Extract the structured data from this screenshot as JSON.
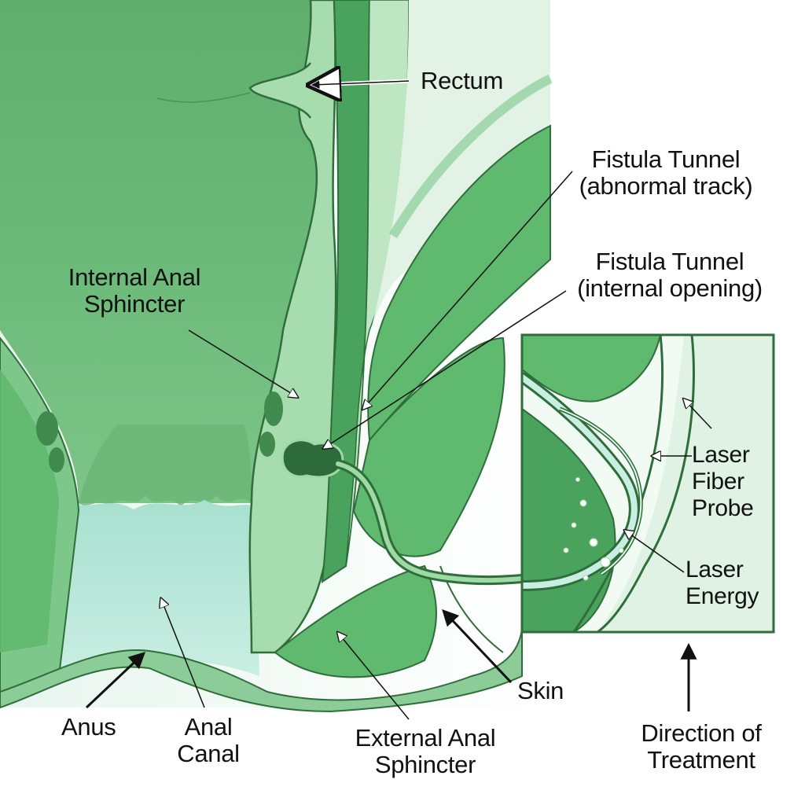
{
  "labels": {
    "rectum": "Rectum",
    "fistula_tunnel_track": {
      "line1": "Fistula Tunnel",
      "line2": "(abnormal track)"
    },
    "fistula_tunnel_opening": {
      "line1": "Fistula Tunnel",
      "line2": "(internal opening)"
    },
    "internal_anal_sphincter": {
      "line1": "Internal Anal",
      "line2": "Sphincter"
    },
    "laser_fiber_probe": {
      "line1": "Laser",
      "line2": "Fiber",
      "line3": "Probe"
    },
    "laser_energy": {
      "line1": "Laser",
      "line2": "Energy"
    },
    "skin": "Skin",
    "anus": "Anus",
    "anal_canal": {
      "line1": "Anal",
      "line2": "Canal"
    },
    "external_anal_sphincter": {
      "line1": "External Anal",
      "line2": "Sphincter"
    },
    "direction_of_treatment": {
      "line1": "Direction of",
      "line2": "Treatment"
    }
  },
  "colors": {
    "tissue_dark": "#3f9a55",
    "tissue_mid": "#5fb96f",
    "tissue_light": "#9fd9a5",
    "lumen": "#b9e7d6",
    "outline": "#2f6e3b",
    "inset_border": "#2f6e3b",
    "arrow": "#111111"
  }
}
